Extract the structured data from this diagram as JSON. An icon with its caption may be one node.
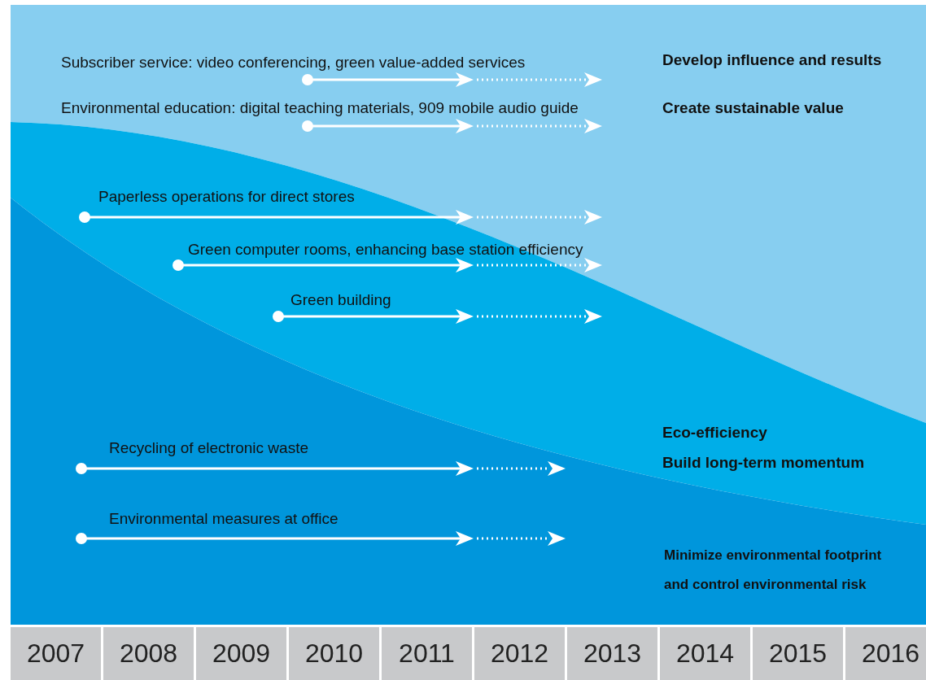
{
  "diagram": {
    "nodes": [
      {
        "text": [
          "Develop influence and results",
          "Create sustainable value"
        ]
      },
      {
        "text": [
          "Eco-efficiency",
          "Build long-term momentum"
        ]
      },
      {
        "text": [
          "Minimize environmental footprint and control environmental risk"
        ]
      }
    ],
    "labels": [
      "Subscriber service: video conferencing, green value-added services",
      "Environmental education: digital teaching materials, 909 mobile audio guide",
      "Paperless operations for direct stores",
      "Green computer rooms, enhancing base station efficiency",
      "Green building",
      "Recycling of electronic waste",
      "Environmental measures at office",
      "2007",
      "2008",
      "2009",
      "2010",
      "2011",
      "2012",
      "2013",
      "2014",
      "2015",
      "2016"
    ]
  }
}
